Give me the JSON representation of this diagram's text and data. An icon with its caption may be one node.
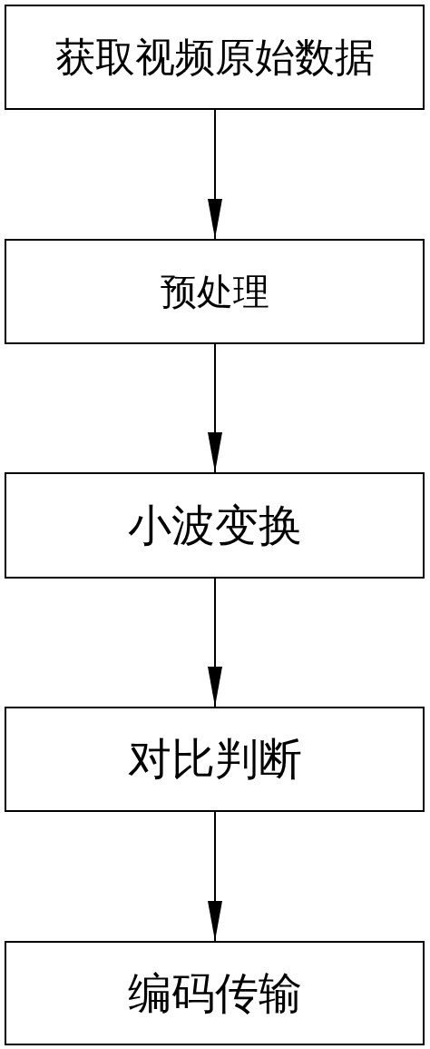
{
  "diagram": {
    "nodes": [
      {
        "text": [
          "获取视频原始数据"
        ]
      },
      {
        "text": [
          "预处理"
        ]
      },
      {
        "text": [
          "小波变换"
        ]
      },
      {
        "text": [
          "对比判断"
        ]
      },
      {
        "text": [
          "编码传输"
        ]
      }
    ],
    "edges": [
      {
        "from": 0,
        "to": 1,
        "arrow": "to"
      },
      {
        "from": 1,
        "to": 2,
        "arrow": "to"
      },
      {
        "from": 2,
        "to": 3,
        "arrow": "to"
      },
      {
        "from": 3,
        "to": 4,
        "arrow": "to"
      }
    ]
  }
}
